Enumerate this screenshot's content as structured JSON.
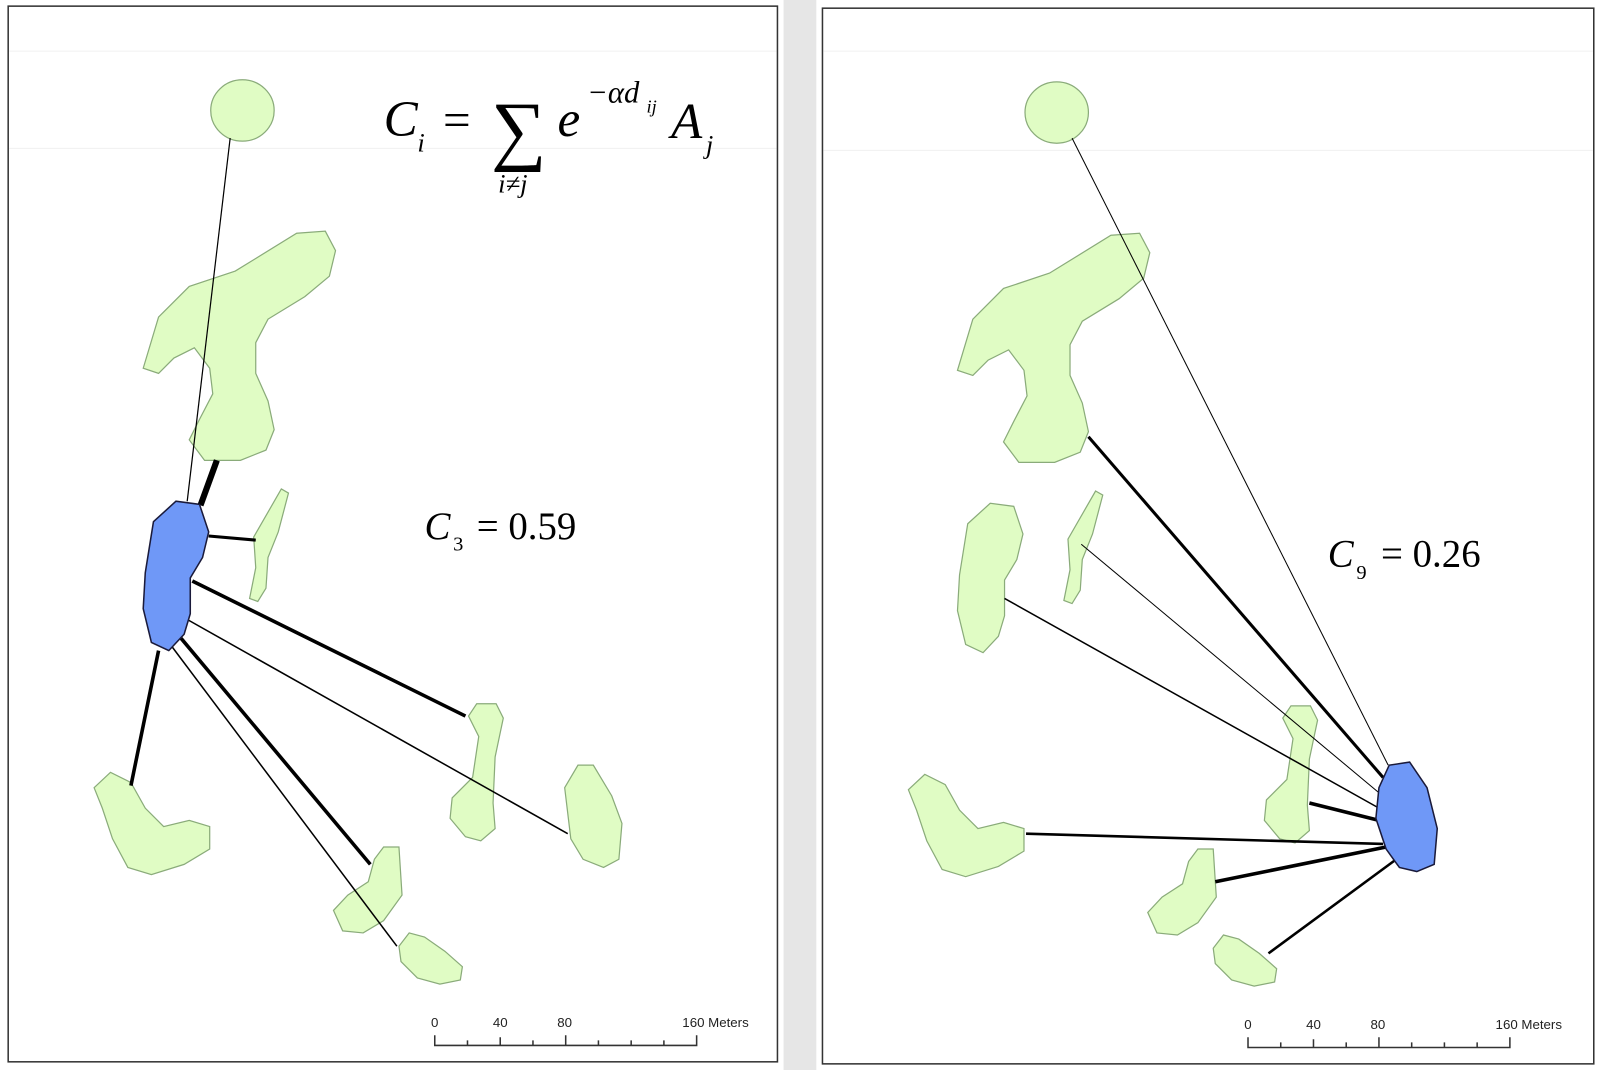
{
  "formula": {
    "lhs": "C",
    "lhs_sub": "i",
    "equals": "=",
    "sum": "∑",
    "sum_sub": "i≠j",
    "base": "e",
    "exponent": "−αd",
    "exponent_sub": "ij",
    "area": "A",
    "area_sub": "j"
  },
  "left_panel": {
    "label_var": "C",
    "label_sub": "3",
    "label_value": "= 0.59",
    "scale_ticks": [
      "0",
      "40",
      "80",
      "160 Meters"
    ]
  },
  "right_panel": {
    "label_var": "C",
    "label_sub": "9",
    "label_value": "= 0.26",
    "scale_ticks": [
      "0",
      "40",
      "80",
      "160 Meters"
    ]
  },
  "colors": {
    "habitat_patch": "#e0fcc4",
    "focal_patch": "#6f98f7",
    "divider": "#e6e6e6"
  }
}
